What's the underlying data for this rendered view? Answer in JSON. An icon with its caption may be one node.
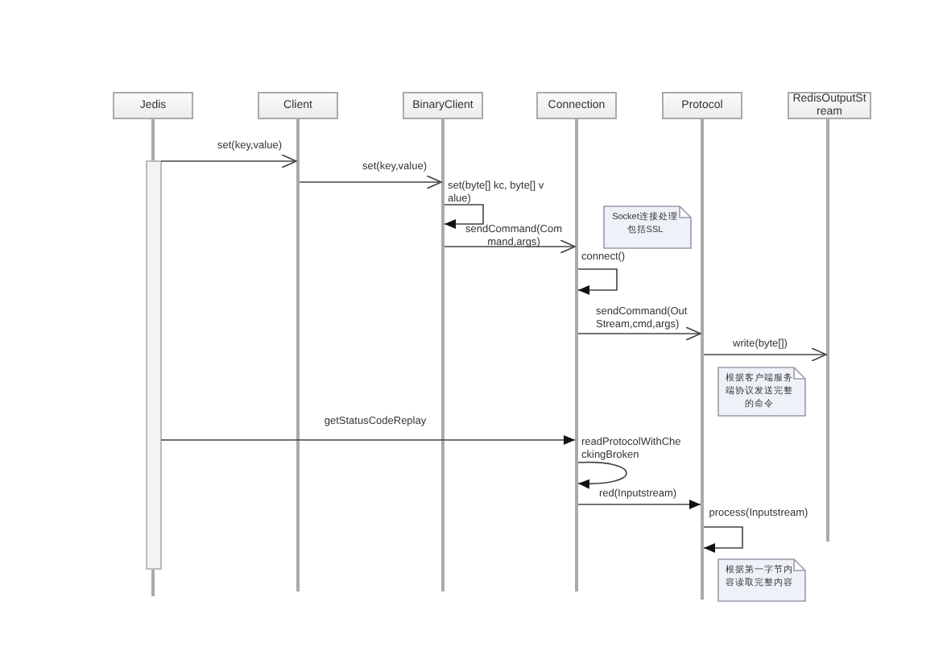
{
  "diagram": {
    "nodes": [
      {
        "text": [
          "Jedis"
        ]
      },
      {
        "text": [
          "Client"
        ]
      },
      {
        "text": [
          "BinaryClient"
        ]
      },
      {
        "text": [
          "Connection"
        ]
      },
      {
        "text": [
          "Protocol"
        ]
      },
      {
        "text": [
          "RedisOutputStream"
        ]
      },
      {
        "text": [],
        "shape": "bar"
      },
      {
        "text": [],
        "shape": "bar"
      },
      {
        "text": [],
        "shape": "bar"
      },
      {
        "text": [],
        "shape": "bar"
      },
      {
        "text": [],
        "shape": "bar"
      },
      {
        "text": [],
        "shape": "bar"
      },
      {
        "text": [],
        "shape": "bar"
      },
      {
        "text": [
          "Socket连接处理包括SSL"
        ]
      },
      {
        "text": [
          "根据客户端服务端协议发送完整的命令"
        ]
      },
      {
        "text": [
          "根据第一字节内容读取完整内容"
        ]
      }
    ],
    "edges": [
      {
        "from": 12,
        "to": 7,
        "arrow": "to",
        "label": "set(key,value)"
      },
      {
        "from": 7,
        "to": 8,
        "arrow": "to",
        "label": "set(key,value)"
      },
      {
        "from": 8,
        "to": 8,
        "arrow": "to",
        "label": "set(byte[] kc, byte[] value)"
      },
      {
        "from": 8,
        "to": 9,
        "arrow": "to",
        "label": "sendCommand(Command,args)"
      },
      {
        "from": 9,
        "to": 9,
        "arrow": "to",
        "label": "connect()"
      },
      {
        "from": 9,
        "to": 10,
        "arrow": "to",
        "label": "sendCommand(OutStream,cmd,args)"
      },
      {
        "from": 10,
        "to": 11,
        "arrow": "to",
        "label": "write(byte[])"
      },
      {
        "from": 12,
        "to": 9,
        "arrow": "to",
        "label": "getStatusCodeReplay"
      },
      {
        "from": 9,
        "to": 9,
        "arrow": "to",
        "label": "readProtocolWithCheckingBroken"
      },
      {
        "from": 9,
        "to": 10,
        "arrow": "to",
        "label": "red(Inputstream)"
      },
      {
        "from": 10,
        "to": 10,
        "arrow": "to",
        "label": "process(Inputstream)"
      }
    ]
  }
}
